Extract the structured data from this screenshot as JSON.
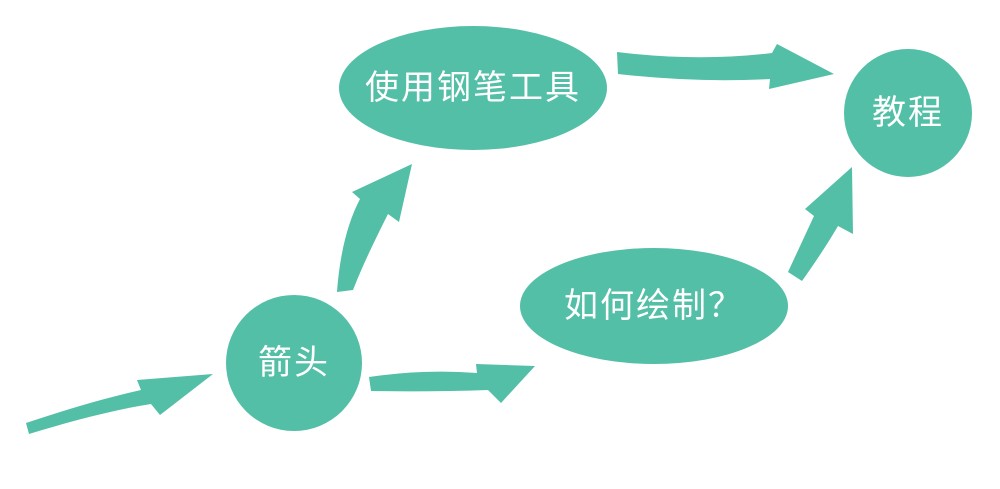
{
  "colors": {
    "shape_fill": "#53BFA6",
    "label_text": "#FFFFFF",
    "background": "#FFFFFF"
  },
  "diagram": {
    "nodes": [
      {
        "id": "use-pen-tool",
        "label": "使用钢笔工具",
        "shape": "ellipse"
      },
      {
        "id": "tutorial",
        "label": "教程",
        "shape": "circle"
      },
      {
        "id": "how-to-draw",
        "label": "如何绘制？",
        "shape": "ellipse"
      },
      {
        "id": "arrow",
        "label": "箭头",
        "shape": "circle"
      }
    ],
    "connectors": [
      {
        "id": "entry-to-arrow",
        "from": "offscreen-left",
        "to": "arrow"
      },
      {
        "id": "arrow-to-use-pen-tool",
        "from": "arrow",
        "to": "use-pen-tool"
      },
      {
        "id": "use-pen-tool-to-tutorial",
        "from": "use-pen-tool",
        "to": "tutorial"
      },
      {
        "id": "arrow-to-how-to-draw",
        "from": "arrow",
        "to": "how-to-draw"
      },
      {
        "id": "how-to-draw-to-tutorial",
        "from": "how-to-draw",
        "to": "tutorial"
      }
    ]
  }
}
